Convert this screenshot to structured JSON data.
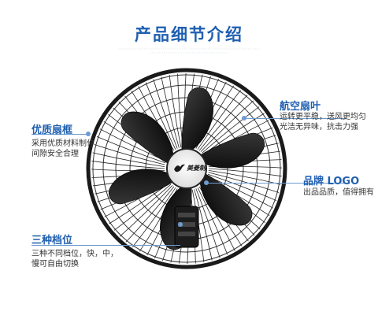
{
  "page": {
    "title": "产品细节介绍"
  },
  "colors": {
    "accent": "#1f5fb0",
    "text": "#333333",
    "guard": "#1a1a1a",
    "blade": "#111111"
  },
  "fan": {
    "badge_icon": "swallow-logo-icon",
    "badge_text": "美菱制"
  },
  "callouts": {
    "guard_frame": {
      "title": "优质扇框",
      "desc_line1": "采用优质材料制作",
      "desc_line2": "间隙安全合理"
    },
    "blades": {
      "title": "航空扇叶",
      "desc_line1": "运转更平稳，送风更均匀",
      "desc_line2": "光洁无异味，抗击力强"
    },
    "brand": {
      "title": "品牌 LOGO",
      "desc_line1": "出品品质，值得拥有"
    },
    "speeds": {
      "title": "三种档位",
      "desc_line1": "三种不同档位，快，中，",
      "desc_line2": "慢可自由切换"
    }
  }
}
